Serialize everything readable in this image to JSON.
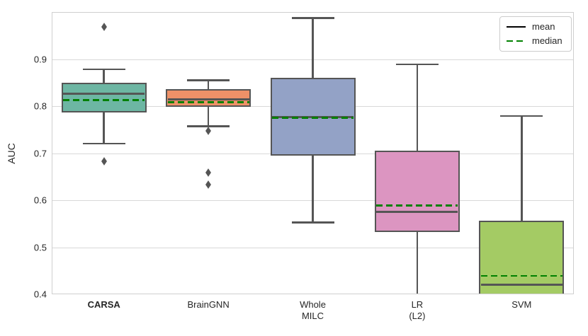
{
  "chart_data": {
    "type": "box",
    "title": "",
    "xlabel": "",
    "ylabel": "AUC",
    "ylim": [
      0.4,
      1.0
    ],
    "yticks": [
      0.4,
      0.5,
      0.6,
      0.7,
      0.8,
      0.9
    ],
    "grid": true,
    "categories": [
      "CARSA",
      "BrainGNN",
      "Whole MILC",
      "LR (L2)",
      "SVM"
    ],
    "legend": {
      "position": "upper right",
      "items": [
        {
          "label": "mean",
          "line": "solid",
          "color": "#000000"
        },
        {
          "label": "median",
          "line": "dashed",
          "color": "#008000"
        }
      ]
    },
    "style": {
      "box_edge_color": "#555555",
      "grid_color": "#d9d9d9",
      "spine_color": "#cfcfcf",
      "text_color": "#262626",
      "mean_line_color": "#555555",
      "median_line_color": "#008000"
    },
    "boxes": [
      {
        "category": "CARSA",
        "label_lines": [
          "CARSA"
        ],
        "bold_label": true,
        "fill": "#6db6a3",
        "whisker_high": 0.878,
        "q3": 0.847,
        "mean": 0.826,
        "median": 0.813,
        "q1": 0.789,
        "whisker_low": 0.72,
        "outliers": [
          0.968,
          0.682
        ]
      },
      {
        "category": "BrainGNN",
        "label_lines": [
          "BrainGNN"
        ],
        "bold_label": false,
        "fill": "#ee9168",
        "whisker_high": 0.855,
        "q3": 0.834,
        "mean": 0.814,
        "median": 0.808,
        "q1": 0.801,
        "whisker_low": 0.757,
        "outliers": [
          0.748,
          0.659,
          0.633
        ]
      },
      {
        "category": "Whole MILC",
        "label_lines": [
          "Whole",
          "MILC"
        ],
        "bold_label": false,
        "fill": "#93a2c6",
        "whisker_high": 0.987,
        "q3": 0.859,
        "mean": 0.777,
        "median": 0.775,
        "q1": 0.697,
        "whisker_low": 0.553,
        "outliers": []
      },
      {
        "category": "LR (L2)",
        "label_lines": [
          "LR",
          "(L2)"
        ],
        "bold_label": false,
        "fill": "#dc95c1",
        "whisker_high": 0.889,
        "q3": 0.704,
        "mean": 0.575,
        "median": 0.589,
        "q1": 0.534,
        "whisker_low": 0.4,
        "whisker_low_clipped": true,
        "outliers": []
      },
      {
        "category": "SVM",
        "label_lines": [
          "SVM"
        ],
        "bold_label": false,
        "fill": "#a4cb64",
        "whisker_high": 0.779,
        "q3": 0.555,
        "mean": 0.42,
        "median": 0.439,
        "q1": 0.4,
        "q1_clipped": true,
        "whisker_low": null,
        "outliers": []
      }
    ]
  }
}
